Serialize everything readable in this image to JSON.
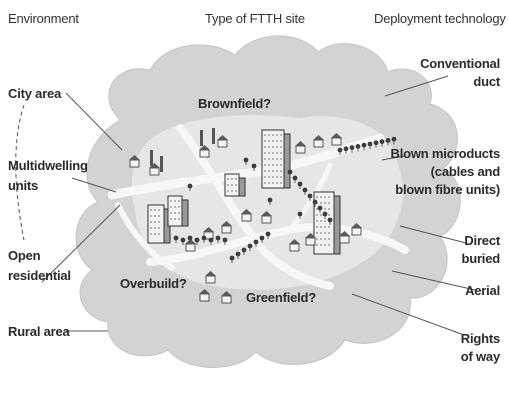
{
  "headers": {
    "environment": "Environment",
    "site_type": "Type of FTTH site",
    "technology": "Deployment technology"
  },
  "environment": {
    "city_area": "City area",
    "multidwelling": [
      "Multidwelling",
      "units"
    ],
    "open_residential": [
      "Open",
      "residential"
    ],
    "rural_area": "Rural area"
  },
  "site_types": {
    "brownfield": "Brownfield?",
    "overbuild": "Overbuild?",
    "greenfield": "Greenfield?"
  },
  "technology": {
    "conventional_duct": [
      "Conventional",
      "duct"
    ],
    "blown_microducts": [
      "Blown microducts",
      "(cables and",
      "blown fibre units)"
    ],
    "direct_buried": [
      "Direct",
      "buried"
    ],
    "aerial": "Aerial",
    "rights_of_way": [
      "Rights",
      "of way"
    ]
  },
  "colors": {
    "cloud_fill": "#d3d3d3",
    "cloud_inner": "#e6e6e6",
    "road": "#f7f7f7",
    "line": "#555555",
    "text": "#2a2a2a"
  }
}
